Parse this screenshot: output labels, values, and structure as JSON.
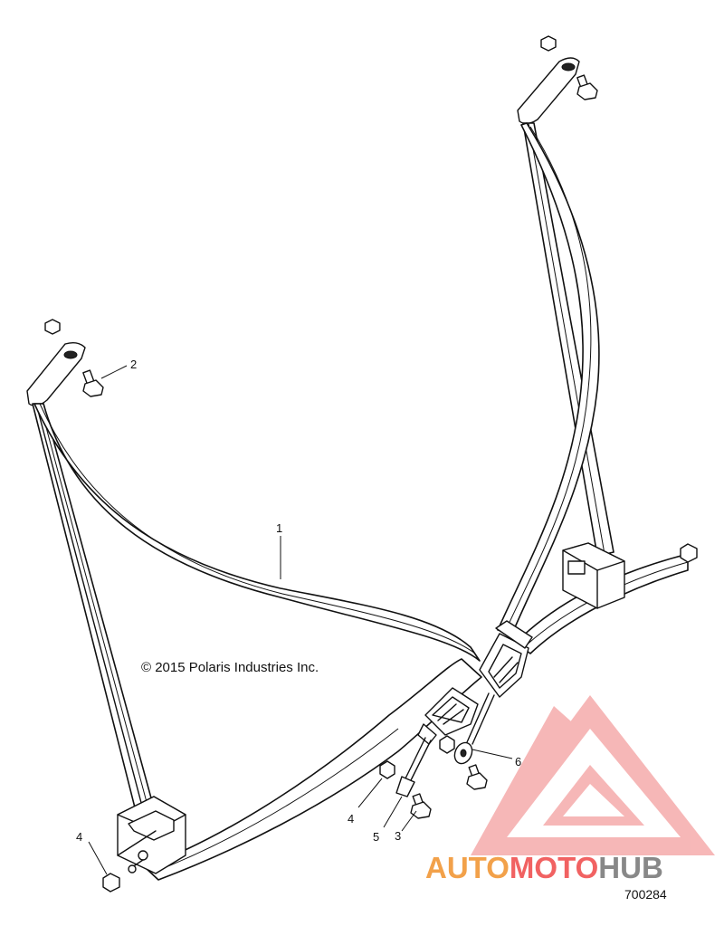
{
  "diagram": {
    "copyright": "© 2015 Polaris Industries Inc.",
    "document_number": "700284",
    "callouts": [
      {
        "id": "c1",
        "label": "1"
      },
      {
        "id": "c2",
        "label": "2"
      },
      {
        "id": "c3",
        "label": "3"
      },
      {
        "id": "c4a",
        "label": "4"
      },
      {
        "id": "c4b",
        "label": "4"
      },
      {
        "id": "c5",
        "label": "5"
      },
      {
        "id": "c6",
        "label": "6"
      }
    ]
  },
  "watermark": {
    "part1": "AUTO",
    "part2": "MOTO",
    "part3": "HUB",
    "colors": {
      "accent": "#f08a1e",
      "red": "#ee3b3b",
      "gray": "#6b6b6b"
    }
  }
}
